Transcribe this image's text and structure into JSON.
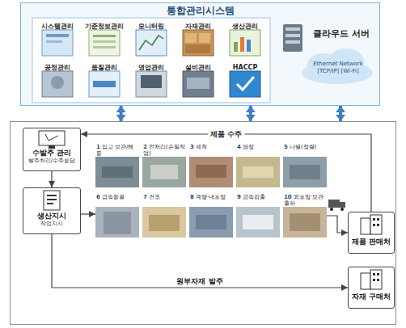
{
  "diagram": {
    "nodes": [
      {
        "text": [
          "통합관리시스템"
        ]
      },
      {
        "text": [
          "시스템관리"
        ],
        "in": 0
      },
      {
        "text": [
          "기준정보관리"
        ],
        "in": 0
      },
      {
        "text": [
          "모니터링"
        ],
        "in": 0
      },
      {
        "text": [
          "자재관리"
        ],
        "in": 0
      },
      {
        "text": [
          "생산관리"
        ],
        "in": 0
      },
      {
        "text": [
          "공정관리"
        ],
        "in": 0
      },
      {
        "text": [
          "품질관리"
        ],
        "in": 0
      },
      {
        "text": [
          "영업관리"
        ],
        "in": 0
      },
      {
        "text": [
          "설비관리"
        ],
        "in": 0
      },
      {
        "text": [
          "HACCP"
        ],
        "in": 0
      },
      {
        "text": [
          "클라우드 서버",
          "Ethernet Network [TCP/IP] [Wi-Fi]"
        ],
        "in": 0
      },
      {
        "text": []
      },
      {
        "text": [
          "수발주 관리",
          "발주처리/수주응답"
        ],
        "in": 12
      },
      {
        "text": [
          "생산지시",
          "작업지시"
        ],
        "in": 12
      },
      {
        "text": [
          "1",
          "입고 보관/해동"
        ],
        "in": 12
      },
      {
        "text": [
          "2",
          "전처리(손질작업)"
        ],
        "in": 12
      },
      {
        "text": [
          "3",
          "세척"
        ],
        "in": 12
      },
      {
        "text": [
          "4",
          "염장"
        ],
        "in": 12
      },
      {
        "text": [
          "5",
          "나열(정렬)"
        ],
        "in": 12
      },
      {
        "text": [
          "6",
          "급속동결"
        ],
        "in": 12
      },
      {
        "text": [
          "7",
          "건조"
        ],
        "in": 12
      },
      {
        "text": [
          "8",
          "계량·내포장"
        ],
        "in": 12
      },
      {
        "text": [
          "9",
          "금속검출"
        ],
        "in": 12
      },
      {
        "text": [
          "10",
          "외포장 보관 출하"
        ],
        "in": 12
      },
      {
        "text": [
          "제품 판매처"
        ],
        "in": 12
      },
      {
        "text": [
          "자재 구매처"
        ],
        "in": 12
      }
    ],
    "edges": [
      {
        "from": 0,
        "to": 12,
        "arrow": "both"
      },
      {
        "from": 0,
        "to": 12,
        "arrow": "both"
      },
      {
        "from": 0,
        "to": 12,
        "arrow": "both"
      },
      {
        "from": 13,
        "to": 14,
        "arrow": "to"
      },
      {
        "from": 14,
        "to": 20,
        "arrow": "to"
      },
      {
        "from": 24,
        "to": 25,
        "arrow": "to"
      },
      {
        "from": 25,
        "to": 13,
        "label": "제품 수주",
        "arrow": "to"
      },
      {
        "from": 14,
        "to": 26,
        "label": "원부자재 발주",
        "arrow": "to"
      }
    ]
  }
}
